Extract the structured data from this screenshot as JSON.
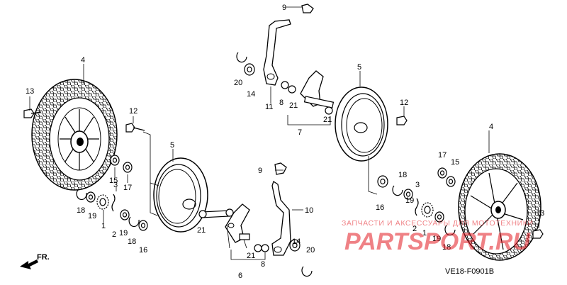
{
  "diagram": {
    "code": "VE18-F0901B",
    "direction_label": "FR.",
    "watermark_line1": "ЗАПЧАСТИ И АКСЕССУАРЫ ДЛЯ МОТОТЕХНИКИ",
    "watermark_line2": "PARTSPORT.RU",
    "colors": {
      "ink": "#000000",
      "watermark": "#e31b23"
    },
    "callouts": {
      "c01": "4",
      "c02": "13",
      "c03": "12",
      "c04": "5",
      "c05": "15",
      "c06": "17",
      "c07": "3",
      "c08": "18",
      "c09": "19",
      "c10": "1",
      "c11": "2",
      "c12": "19",
      "c13": "18",
      "c14": "16",
      "c15": "21",
      "c16": "21",
      "c17": "6",
      "c18": "8",
      "c19": "9",
      "c20": "10",
      "c21": "14",
      "c22": "20",
      "c23": "9",
      "c24": "20",
      "c25": "14",
      "c26": "11",
      "c27": "8",
      "c28": "21",
      "c29": "7",
      "c30": "21",
      "c31": "5",
      "c32": "12",
      "c33": "4",
      "c34": "17",
      "c35": "15",
      "c36": "16",
      "c37": "18",
      "c38": "3",
      "c39": "2",
      "c40": "19",
      "c41": "1",
      "c42": "19",
      "c43": "18",
      "c44": "13"
    }
  }
}
